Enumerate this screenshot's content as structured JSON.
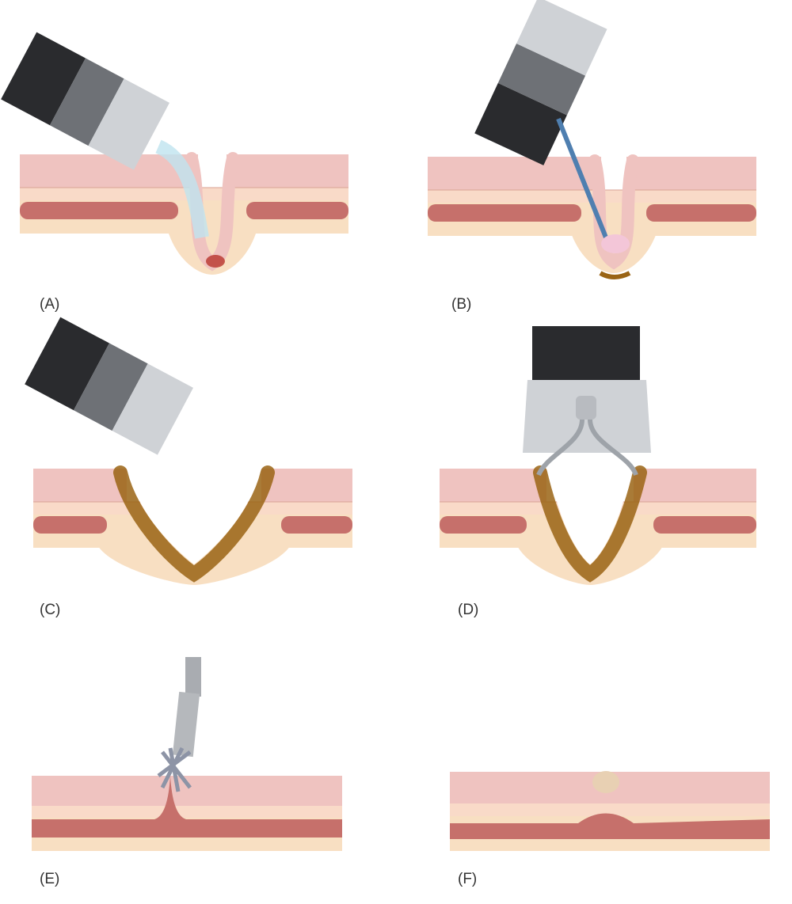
{
  "panels": [
    {
      "id": "A",
      "label": "(A)"
    },
    {
      "id": "B",
      "label": "(B)"
    },
    {
      "id": "C",
      "label": "(C)"
    },
    {
      "id": "D",
      "label": "(D)"
    },
    {
      "id": "E",
      "label": "(E)"
    },
    {
      "id": "F",
      "label": "(F)"
    }
  ],
  "colors": {
    "mucosa": "#efc3c0",
    "submucosa": "#f9dac8",
    "muscularis": "#c6706b",
    "serosa": "#f8dfc2",
    "stain": "#9a6414",
    "scope_black": "#2a2b2e",
    "scope_gray": "#6e7176",
    "cap": "#cfd2d6",
    "water": "#bfe3ef"
  }
}
